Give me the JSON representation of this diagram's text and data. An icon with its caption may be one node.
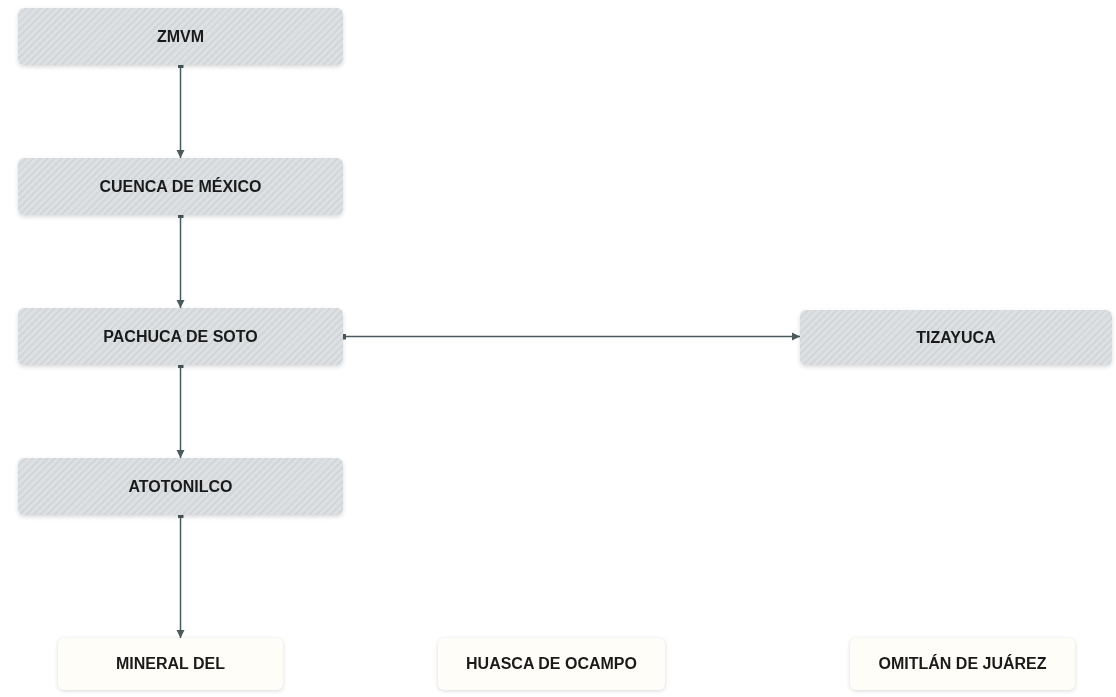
{
  "diagram": {
    "nodes": [
      {
        "text": [
          "ZMVM"
        ]
      },
      {
        "text": [
          "CUENCA DE MÉXICO"
        ]
      },
      {
        "text": [
          "PACHUCA DE SOTO"
        ]
      },
      {
        "text": [
          "TIZAYUCA"
        ]
      },
      {
        "text": [
          "ATOTONILCO"
        ]
      },
      {
        "text": [
          "MINERAL DEL"
        ]
      },
      {
        "text": [
          "HUASCA DE OCAMPO"
        ]
      },
      {
        "text": [
          "OMITLÁN DE JUÁREZ"
        ]
      }
    ],
    "edges": [
      {
        "from": 0,
        "to": 1,
        "arrow": "to"
      },
      {
        "from": 1,
        "to": 2,
        "arrow": "to"
      },
      {
        "from": 2,
        "to": 3,
        "arrow": "to"
      },
      {
        "from": 2,
        "to": 4,
        "arrow": "to"
      },
      {
        "from": 4,
        "to": 5,
        "arrow": "to"
      }
    ]
  }
}
